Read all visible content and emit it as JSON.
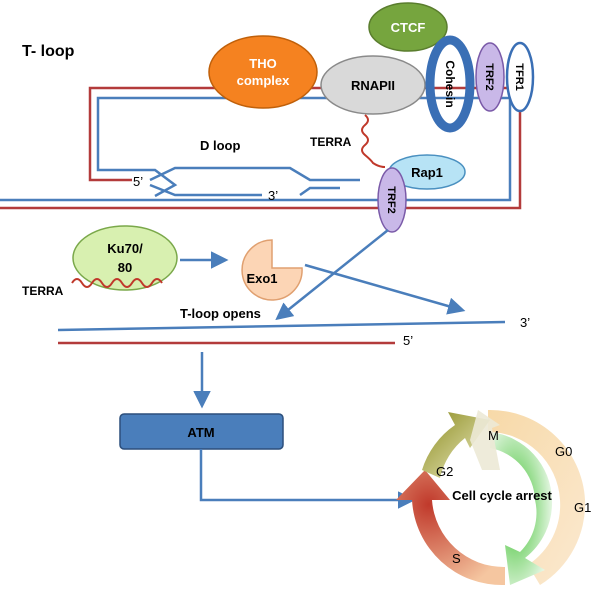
{
  "title": "T- loop",
  "labels": {
    "ctcf": "CTCF",
    "tho": [
      "THO",
      "complex"
    ],
    "rnapii": "RNAPII",
    "cohesin": "Cohesin",
    "trf2_top": "TRF2",
    "trf1": "TFR1",
    "terra_top": "TERRA",
    "dloop": "D loop",
    "five_prime_top": "5’",
    "three_prime_top": "3’",
    "rap1": "Rap1",
    "trf2_mid": "TRF2",
    "ku": [
      "Ku70/",
      "80"
    ],
    "terra_left": "TERRA",
    "exo1": "Exo1",
    "tloop_opens": "T-loop opens",
    "three_prime_mid": "3’",
    "five_prime_mid": "5’",
    "atm": "ATM",
    "arrest": "Cell cycle arrest",
    "phases": {
      "m": "M",
      "g0": "G0",
      "g2": "G2",
      "g1": "G1",
      "s": "S"
    }
  },
  "colors": {
    "dna_blue": "#4a7ebb",
    "dna_red": "#b33b3b",
    "tho_fill": "#f58220",
    "ctcf_fill": "#76a53e",
    "rnapii_fill": "#d9d9d9",
    "trf_fill": "#c9b8e8",
    "cohesin_ring": "#3a6fb5",
    "rap1_fill": "#b7e3f5",
    "ku_fill": "#d8f0b0",
    "exo1_fill": "#fcd5b5",
    "atm_fill": "#4a7ebb",
    "arrow": "#4a7ebb",
    "terra_wave": "#c0392b"
  }
}
